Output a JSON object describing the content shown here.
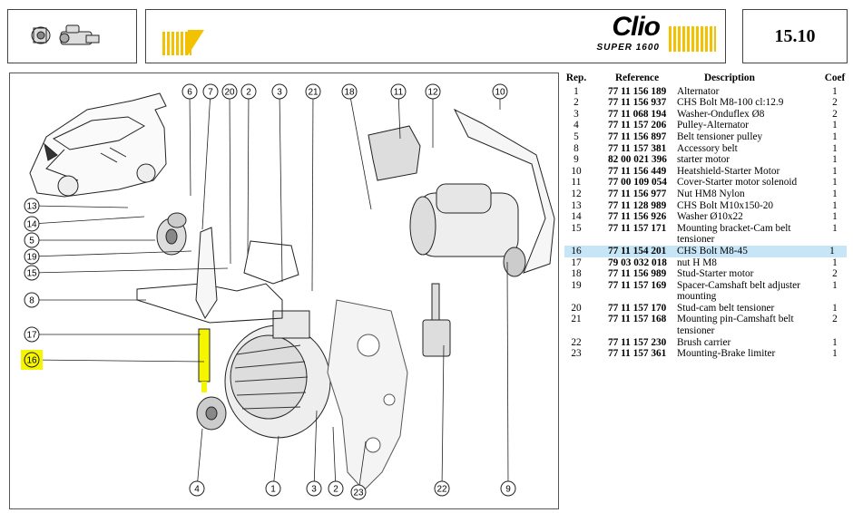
{
  "header": {
    "logo_main": "Clio",
    "logo_sub": "SUPER 1600",
    "page_number": "15.10"
  },
  "table": {
    "headers": {
      "rep": "Rep.",
      "ref": "Reference",
      "desc": "Description",
      "coef": "Coef"
    },
    "rows": [
      {
        "rep": "1",
        "ref": "77 11 156 189",
        "desc": "Alternator",
        "coef": "1"
      },
      {
        "rep": "2",
        "ref": "77 11 156 937",
        "desc": "CHS Bolt M8-100 cl:12.9",
        "coef": "2"
      },
      {
        "rep": "3",
        "ref": "77 11 068 194",
        "desc": "Washer-Onduflex Ø8",
        "coef": "2"
      },
      {
        "rep": "4",
        "ref": "77 11 157 206",
        "desc": "Pulley-Alternator",
        "coef": "1"
      },
      {
        "rep": "5",
        "ref": "77 11 156 897",
        "desc": "Belt tensioner pulley",
        "coef": "1"
      },
      {
        "rep": "8",
        "ref": "77 11 157 381",
        "desc": "Accessory belt",
        "coef": "1"
      },
      {
        "rep": "9",
        "ref": "82 00 021 396",
        "desc": "starter motor",
        "coef": "1"
      },
      {
        "rep": "10",
        "ref": "77 11 156 449",
        "desc": "Heatshield-Starter Motor",
        "coef": "1"
      },
      {
        "rep": "11",
        "ref": "77 00 109 054",
        "desc": "Cover-Starter motor solenoid",
        "coef": "1"
      },
      {
        "rep": "12",
        "ref": "77 11 156 977",
        "desc": "Nut HM8 Nylon",
        "coef": "1"
      },
      {
        "rep": "13",
        "ref": "77 11 128 989",
        "desc": "CHS Bolt M10x150-20",
        "coef": "1"
      },
      {
        "rep": "14",
        "ref": "77 11 156 926",
        "desc": "Washer Ø10x22",
        "coef": "1"
      },
      {
        "rep": "15",
        "ref": "77 11 157 171",
        "desc": "Mounting bracket-Cam belt tensioner",
        "coef": "1"
      },
      {
        "rep": "16",
        "ref": "77 11 154 201",
        "desc": "CHS Bolt M8-45",
        "coef": "1",
        "highlighted": true
      },
      {
        "rep": "17",
        "ref": "79 03 032 018",
        "desc": "nut H M8",
        "coef": "1"
      },
      {
        "rep": "18",
        "ref": "77 11 156 989",
        "desc": "Stud-Starter motor",
        "coef": "2"
      },
      {
        "rep": "19",
        "ref": "77 11 157 169",
        "desc": "Spacer-Camshaft belt adjuster mounting",
        "coef": "1"
      },
      {
        "rep": "20",
        "ref": "77 11 157 170",
        "desc": "Stud-cam belt tensioner",
        "coef": "1"
      },
      {
        "rep": "21",
        "ref": "77 11 157 168",
        "desc": "Mounting pin-Camshaft belt tensioner",
        "coef": "2"
      },
      {
        "rep": "22",
        "ref": "77 11 157 230",
        "desc": "Brush carrier",
        "coef": "1"
      },
      {
        "rep": "23",
        "ref": "77 11 157 361",
        "desc": "Mounting-Brake limiter",
        "coef": "1"
      }
    ]
  },
  "diagram": {
    "highlight_color": "#f5f500",
    "callouts_top": [
      "6",
      "7",
      "20",
      "2",
      "3",
      "21",
      "18",
      "11",
      "12",
      "10"
    ],
    "callouts_left": [
      "13",
      "14",
      "5",
      "19",
      "15",
      "8",
      "17",
      "16"
    ],
    "callouts_bottom": [
      "4",
      "1",
      "3",
      "2",
      "23",
      "22",
      "9"
    ],
    "selected_callout": "16"
  }
}
